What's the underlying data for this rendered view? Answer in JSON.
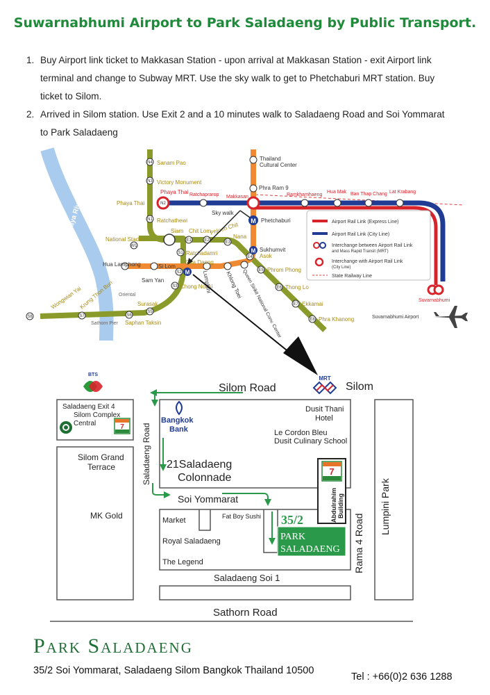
{
  "title": "Suwarnabhumi Airport to Park Saladaeng by Public Transport.",
  "steps": [
    {
      "num": "1.",
      "lines": [
        "Buy Airport link ticket to Makkasan Station - upon arrival at Makkasan Station - exit Airport link",
        "terminal and change to Subway MRT. Use the sky walk to get to Phetchaburi MRT station. Buy",
        "ticket to Silom."
      ]
    },
    {
      "num": "2.",
      "lines": [
        "Arrived in Silom station. Use Exit 2 and a 10 minutes walk to Saladaeng Road and Soi Yommarat",
        "to Park Saladaeng"
      ]
    }
  ],
  "transit": {
    "river": "Chaopraya River",
    "stations": {
      "sanam_pao": "Sanam Pao",
      "victory": "Victory Monument",
      "phaya_thai_a": "Phaya Thai",
      "phaya_thai_b": "Phaya Thai",
      "ratchaprarop": "Ratchaprarop",
      "makkasan": "Makkasan",
      "ramkhamhaeng": "Ramkhamhaeng",
      "hua_mak": "Hua Mak",
      "ban_thap_chang": "Ban Thap Chang",
      "lat_krabang": "Lat Krabang",
      "ratchathewi": "Ratchathewi",
      "siam": "Siam",
      "chit_lom": "Chit Lom",
      "phloen_chit": "Phloen Chit",
      "nana": "Nana",
      "national_stadium": "National Stadium",
      "ratchadamri": "Ratchadamri",
      "sala_daeng": "Sala Daeng",
      "hua_lamphong": "Hua Lamphong",
      "si_lom": "Si Lom",
      "sam_yan": "Sam Yan",
      "lumphini": "Lumphini",
      "khlong_toei": "Khlong Toei",
      "qsncc": "Queen Sirikit National Conv. Center",
      "chong_nonsi": "Chong Nonsi",
      "surasak": "Surasak",
      "saphan_taksin": "Saphan Taksin",
      "sathorn_pier": "Sathorn Pier",
      "krung_thon_buri": "Krung Thon Buri",
      "wongwian_yai": "Wongwian Yai",
      "oriental": "Oriental",
      "thailand_cc": "Thailand Cultural Center",
      "phra_ram_9": "Phra Ram 9",
      "phetchaburi": "Phetchaburi",
      "sukhumvit": "Sukhumvit",
      "asok": "Asok",
      "phrom_phong": "Phrom Phong",
      "thong_lo": "Thong Lo",
      "ekkamai": "Ekkamai",
      "phra_khanong": "Phra Khanong",
      "suvarnabhumi": "Suvarnabhumi",
      "suvarnabhumi_airport": "Suvarnabhumi Airport",
      "sky_walk": "Sky walk"
    },
    "codes": {
      "n4": "N4",
      "n3": "N3",
      "n2": "N2",
      "n1": "N1",
      "w1": "W1",
      "e1": "E1",
      "e2": "E2",
      "e3": "E3",
      "e4": "E4",
      "e5": "E5",
      "e6": "E6",
      "e7": "E7",
      "e8": "E8",
      "s1": "S1",
      "s2": "S2",
      "s3": "S3",
      "s5": "S5",
      "s6": "S6",
      "s7": "S7",
      "s8": "S8",
      "mrt": "M"
    },
    "legend": [
      "Airport Rail Link (Express Line)",
      "Airport Rail Link (City Line)",
      "Interchange between Airport Rail Link",
      "and Mass Rapid Transit (MRT)",
      "Interchange with Airport Rail Link",
      "(City Line)",
      "State Railway Line"
    ]
  },
  "street": {
    "silom_road": "Silom Road",
    "silom": "Silom",
    "bts": "BTS",
    "mrt": "MRT",
    "exit4_lines": [
      "Saladaeng Exit 4",
      "Silom Complex",
      "Central"
    ],
    "seven_eleven": "7 ELEVEN",
    "dusit_lines": [
      "Dusit Thani",
      "Hotel"
    ],
    "bangkok_bank_lines": [
      "Bangkok",
      "Bank"
    ],
    "cordon_lines": [
      "Le Cordon Bleu",
      "Dusit Culinary School"
    ],
    "silom_grand_lines": [
      "Silom Grand",
      "Terrace"
    ],
    "colonnade_lines": [
      "21Saladaeng",
      "Colonnade"
    ],
    "saladaeng_road": "Saladaeng Road",
    "abdulrahim_lines": [
      "Abdulrahim",
      "Building"
    ],
    "soi_yommarat": "Soi Yommarat",
    "lumpini_park": "Lumpini Park",
    "mk_gold": "MK Gold",
    "market": "Market",
    "fat_boy_sushi": "Fat Boy Sushi",
    "number": "35/2",
    "park_lines": [
      "PARK",
      "SALADAENG"
    ],
    "rama4": "Rama 4 Road",
    "royal_saladaeng": "Royal Saladaeng",
    "the_legend": "The Legend",
    "soi1": "Saladaeng Soi 1",
    "sathorn_road": "Sathorn Road"
  },
  "footer": {
    "name": "Park Saladaeng",
    "address": "35/2 Soi Yommarat, Saladaeng  Silom Bangkok Thailand 10500",
    "tel": "Tel : +66(0)2 636 1288"
  },
  "colors": {
    "green": "#1f8a3a",
    "bts_line": "#8a9a2b",
    "mrt_line": "#f08a32",
    "arl_red": "#d8232a",
    "arl_blue": "#1f3b94",
    "river": "#a8cbee",
    "label_gold": "#a88a12"
  }
}
